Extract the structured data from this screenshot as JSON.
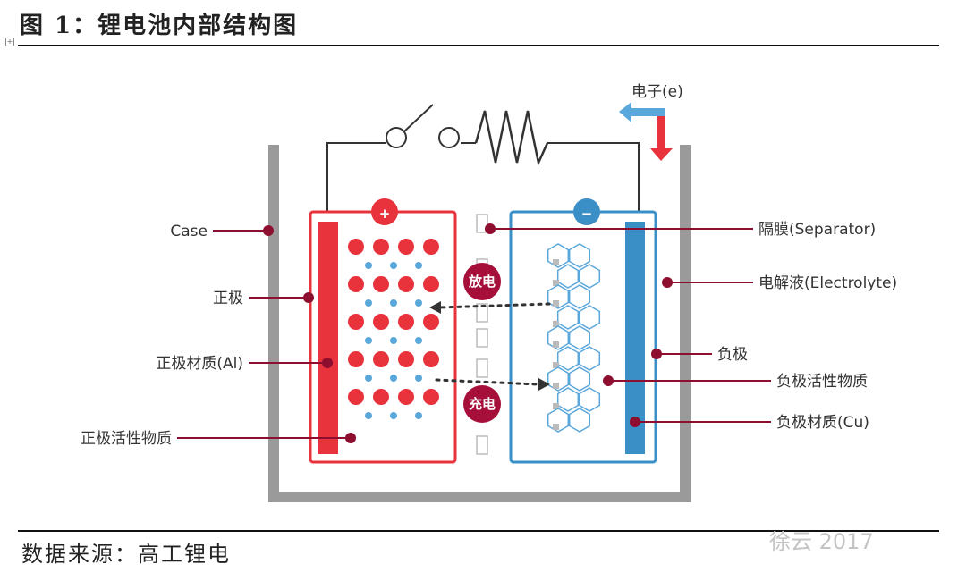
{
  "title": "图 1：锂电池内部结构图",
  "source": "数据来源：高工锂电",
  "watermark": "徐云 2017",
  "diagram": {
    "electron_label": "电子(e)",
    "labels_left": [
      "Case",
      "正极",
      "正极材质(Al)",
      "正极活性物质"
    ],
    "labels_right": [
      "隔膜(Separator)",
      "电解液(Electrolyte)",
      "负极",
      "负极活性物质",
      "负极材质(Cu)"
    ],
    "discharge": "放电",
    "charge": "充电",
    "plus": "+",
    "minus": "−"
  },
  "colors": {
    "positive": "#e8323c",
    "negative": "#3a8fc6",
    "case": "#9a9a9a",
    "leader": "#8e0e2f",
    "electron_blue": "#5aa7dc",
    "electron_red": "#e8323c"
  }
}
